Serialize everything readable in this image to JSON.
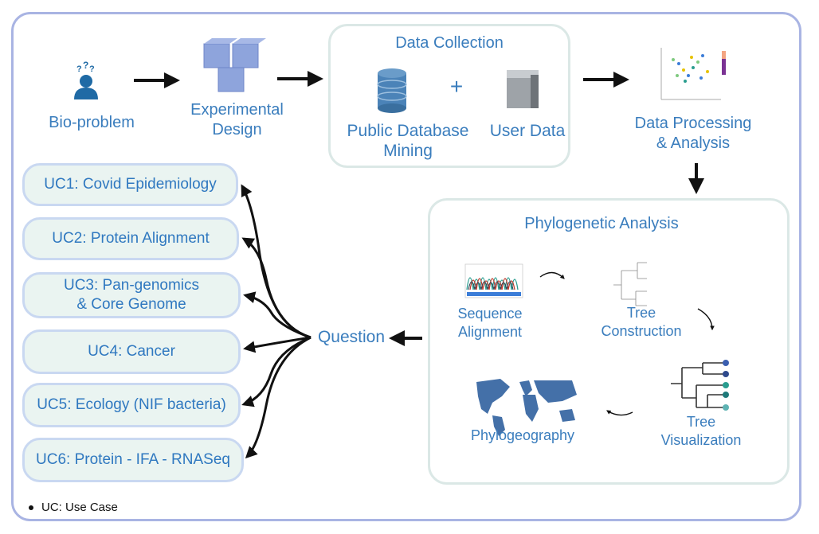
{
  "nodes": {
    "bio_problem": "Bio-problem",
    "experimental_design": [
      "Experimental",
      "Design"
    ],
    "data_collection_title": "Data Collection",
    "public_db": [
      "Public Database",
      "Mining"
    ],
    "plus": "+",
    "user_data": "User Data",
    "data_processing": [
      "Data Processing",
      "& Analysis"
    ],
    "phylo_title": "Phylogenetic Analysis",
    "sequence_alignment": [
      "Sequence",
      "Alignment"
    ],
    "tree_construction": [
      "Tree",
      "Construction"
    ],
    "tree_visualization": [
      "Tree",
      "Visualization"
    ],
    "phylogeography": "Phylogeography",
    "question": "Question"
  },
  "use_cases": [
    "UC1: Covid Epidemiology",
    "UC2: Protein Alignment",
    "UC3: Pan-genomics\n& Core Genome",
    "UC4: Cancer",
    "UC5: Ecology (NIF bacteria)",
    "UC6: Protein - IFA - RNASeq"
  ],
  "legend_note": "UC: Use Case",
  "colors": {
    "text_blue": "#3a7dbd",
    "frame": "#a9b4e3",
    "uc_fill": "#eaf4f1",
    "uc_border": "#c9d8f1",
    "cube": "#8ea4dc",
    "db": "#4b83b8"
  },
  "icons": [
    "person-question-icon",
    "cubes-icon",
    "database-icon",
    "server-icon",
    "scatter-thumbnail-icon",
    "chromatogram-icon",
    "tree-icon",
    "colored-tree-icon",
    "world-map-icon"
  ]
}
